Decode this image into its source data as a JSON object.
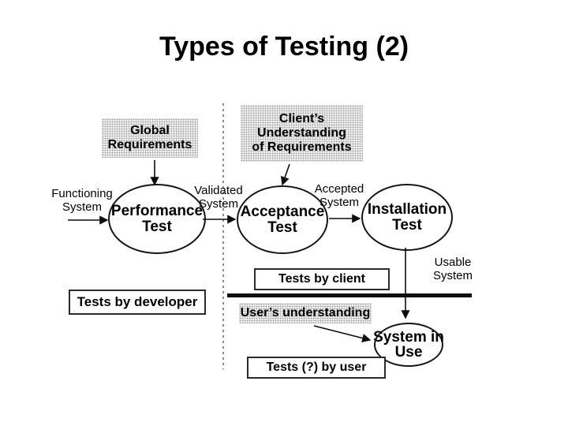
{
  "title": "Types of Testing (2)",
  "colors": {
    "background": "#ffffff",
    "ink": "#000000",
    "dashed_divider": "#8c8c8c",
    "stipple_fill": "#efefef"
  },
  "requirement_labels": {
    "global": "Global\nRequirements",
    "clients": "Client’s\nUnderstanding\nof Requirements",
    "users": "User’s understanding"
  },
  "nodes": {
    "performance": "Performance\nTest",
    "acceptance": "Acceptance\nTest",
    "installation": "Installation\nTest",
    "system_in_use": "System in\nUse"
  },
  "flow_labels": {
    "functioning": "Functioning\nSystem",
    "validated": "Validated\nSystem",
    "accepted": "Accepted\nSystem",
    "usable": "Usable\nSystem"
  },
  "tester_boxes": {
    "developer": "Tests by developer",
    "client": "Tests by client",
    "user": "Tests (?) by user"
  }
}
